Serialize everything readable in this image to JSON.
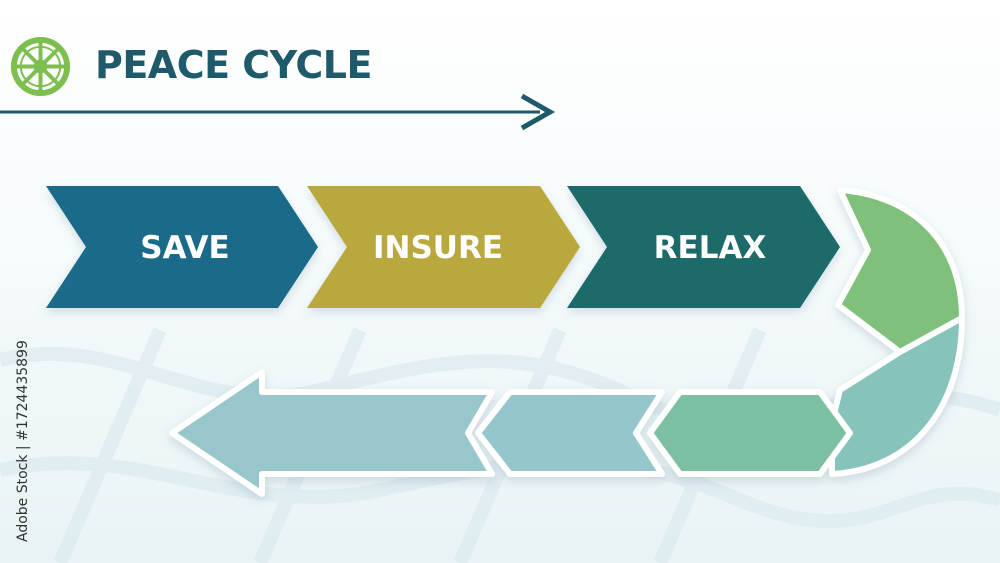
{
  "header": {
    "title": "PEACE CYCLE"
  },
  "steps": [
    {
      "label": "SAVE",
      "color": "#1f6a8a"
    },
    {
      "label": "INSURE",
      "color": "#b8a83e"
    },
    {
      "label": "RELAX",
      "color": "#1a6b6b"
    }
  ],
  "return_path": {
    "colors": [
      "#7fc07a",
      "#86c3ba",
      "#7dbfa3",
      "#95c6cb",
      "#97c7ca"
    ]
  },
  "colors": {
    "title": "#1e5a6a",
    "logo": "#7cbf4e",
    "arrow_line": "#1e5a6a",
    "label_text": "#ffffff"
  },
  "icons": {
    "logo": "wheel-icon",
    "top_arrow": "arrow-right-icon"
  },
  "watermark": {
    "side_id": "Adobe Stock | #1724435899"
  }
}
